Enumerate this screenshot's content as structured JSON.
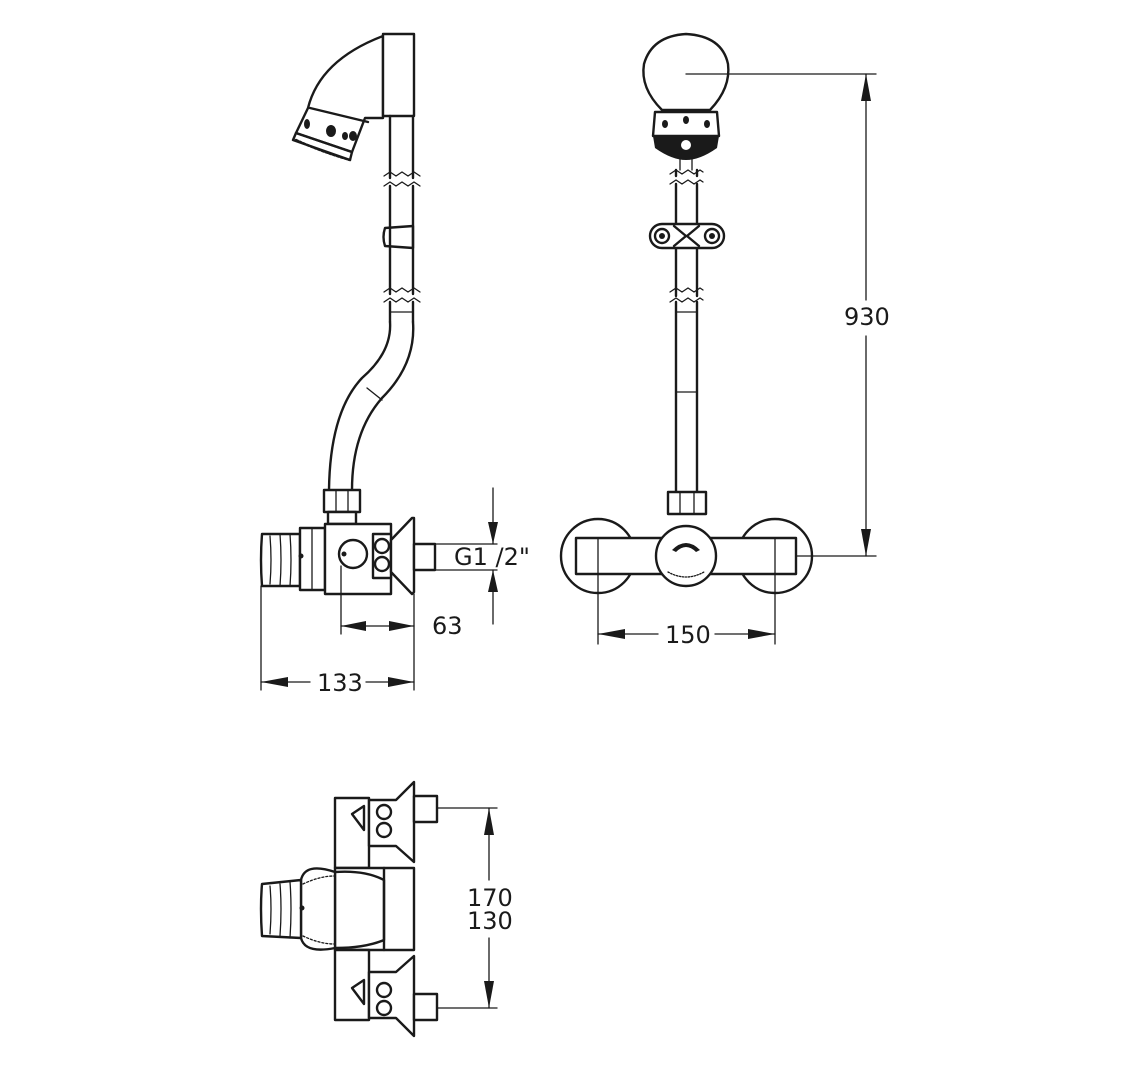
{
  "drawing": {
    "dimensions": {
      "connection_thread": "G1 /2\"",
      "wall_to_axis": "63",
      "total_depth": "133",
      "center_distance": "150",
      "shower_height": "930",
      "inlet_spacing_max": "170",
      "inlet_spacing_min": "130"
    }
  }
}
